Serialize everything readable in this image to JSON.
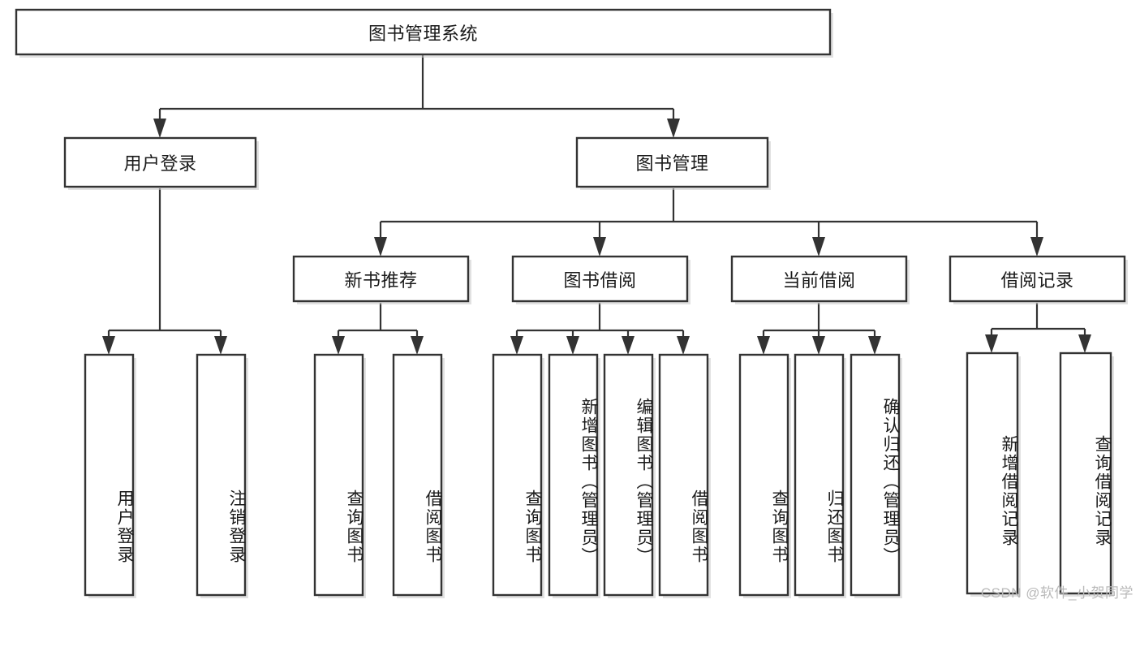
{
  "diagram": {
    "type": "tree",
    "title": "图书管理系统",
    "root": {
      "id": "root",
      "label": "图书管理系统",
      "level": 0,
      "orientation": "horizontal"
    },
    "level1": [
      {
        "id": "user-login",
        "label": "用户登录",
        "orientation": "horizontal"
      },
      {
        "id": "book-manage",
        "label": "图书管理",
        "orientation": "horizontal"
      }
    ],
    "level2": [
      {
        "id": "new-book-rec",
        "label": "新书推荐",
        "parent": "book-manage",
        "orientation": "horizontal"
      },
      {
        "id": "book-borrow",
        "label": "图书借阅",
        "parent": "book-manage",
        "orientation": "horizontal"
      },
      {
        "id": "current-borrow",
        "label": "当前借阅",
        "parent": "book-manage",
        "orientation": "horizontal"
      },
      {
        "id": "borrow-record",
        "label": "借阅记录",
        "parent": "book-manage",
        "orientation": "horizontal"
      }
    ],
    "leaves": [
      {
        "id": "leaf-user-login",
        "label": "用户登录",
        "parent": "user-login",
        "orientation": "vertical"
      },
      {
        "id": "leaf-logout",
        "label": "注销登录",
        "parent": "user-login",
        "orientation": "vertical"
      },
      {
        "id": "leaf-query-book-1",
        "label": "查询图书",
        "parent": "new-book-rec",
        "orientation": "vertical"
      },
      {
        "id": "leaf-borrow-book-1",
        "label": "借阅图书",
        "parent": "new-book-rec",
        "orientation": "vertical"
      },
      {
        "id": "leaf-query-book-2",
        "label": "查询图书",
        "parent": "book-borrow",
        "orientation": "vertical"
      },
      {
        "id": "leaf-add-book",
        "label": "新增图书（管理员）",
        "parent": "book-borrow",
        "orientation": "vertical"
      },
      {
        "id": "leaf-edit-book",
        "label": "编辑图书（管理员）",
        "parent": "book-borrow",
        "orientation": "vertical"
      },
      {
        "id": "leaf-borrow-book-2",
        "label": "借阅图书",
        "parent": "book-borrow",
        "orientation": "vertical"
      },
      {
        "id": "leaf-query-book-3",
        "label": "查询图书",
        "parent": "current-borrow",
        "orientation": "vertical"
      },
      {
        "id": "leaf-return-book",
        "label": "归还图书",
        "parent": "current-borrow",
        "orientation": "vertical"
      },
      {
        "id": "leaf-confirm-return",
        "label": "确认归还（管理员）",
        "parent": "current-borrow",
        "orientation": "vertical"
      },
      {
        "id": "leaf-add-record",
        "label": "新增借阅记录",
        "parent": "borrow-record",
        "orientation": "vertical"
      },
      {
        "id": "leaf-query-record",
        "label": "查询借阅记录",
        "parent": "borrow-record",
        "orientation": "vertical"
      }
    ],
    "colors": {
      "background": "#ffffff",
      "box_stroke": "#333333",
      "box_fill": "#ffffff",
      "connector": "#333333",
      "text": "#1a1a1a",
      "watermark": "#b9b9b9"
    }
  },
  "watermark": {
    "text": "CSDN @软件_小贺同学"
  }
}
